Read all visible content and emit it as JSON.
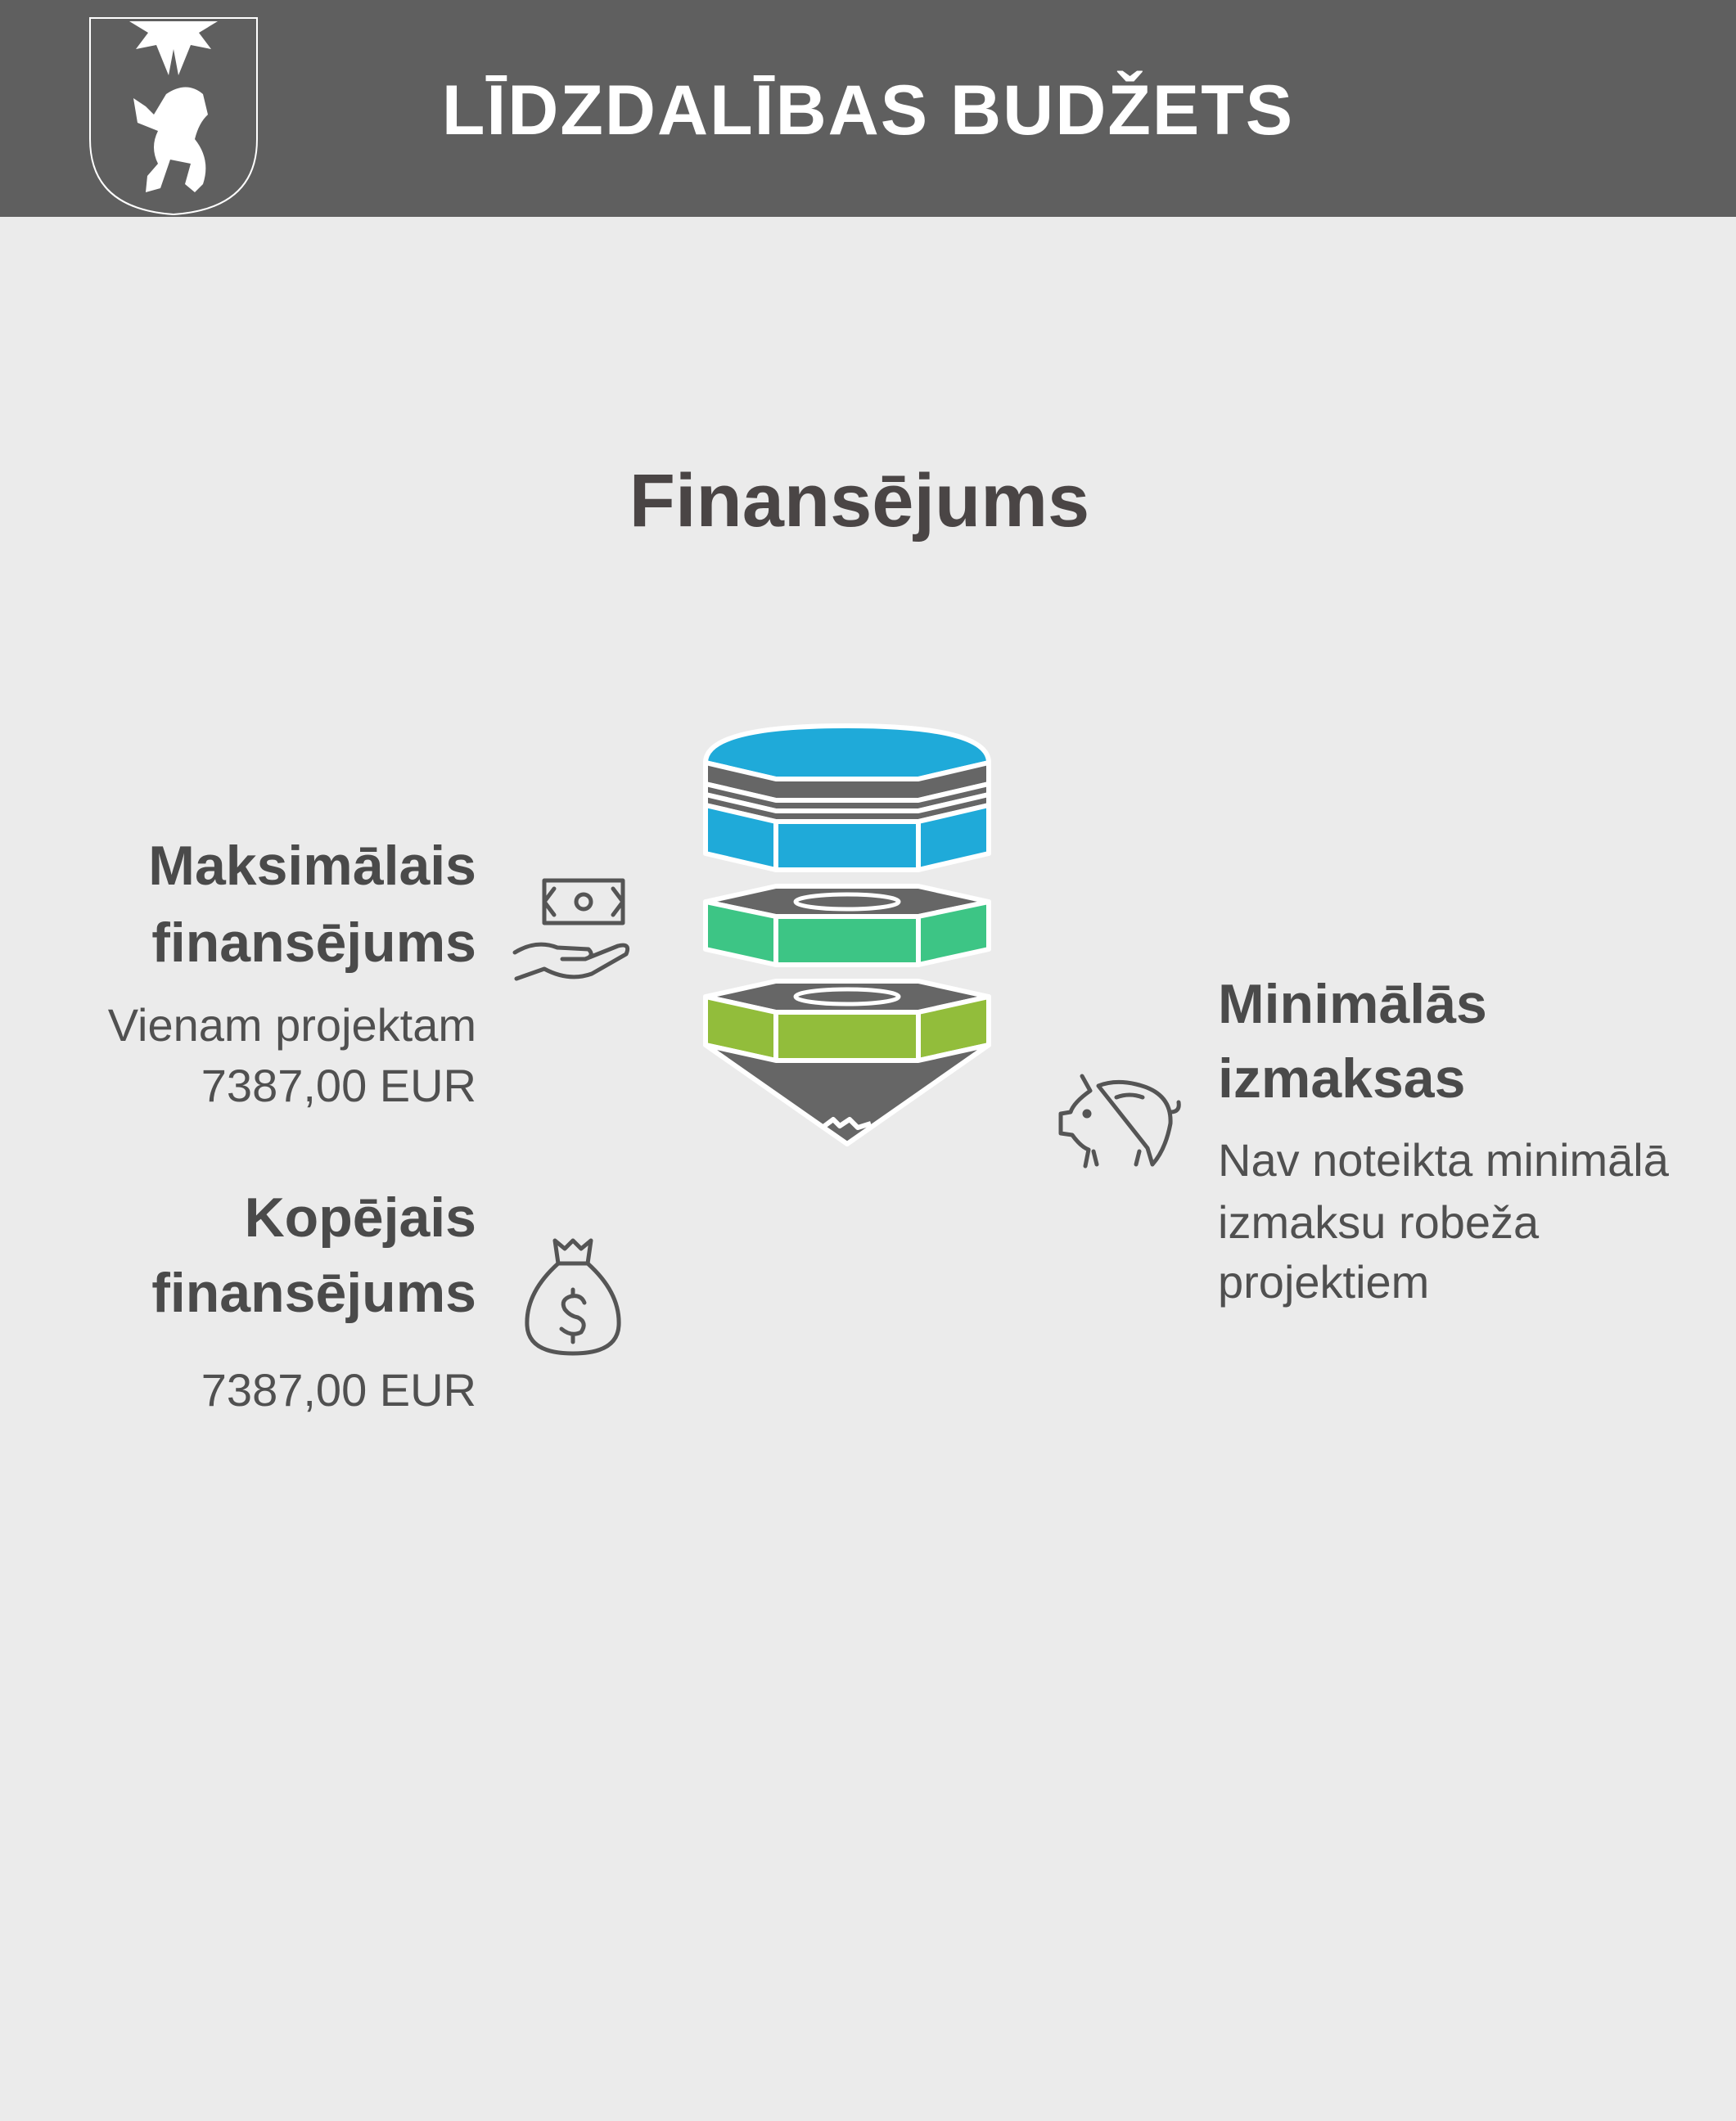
{
  "header": {
    "title": "LĪDZDALĪBAS BUDŽETS",
    "logo": "coat-of-arms-bear"
  },
  "page_title": "Finansējums",
  "items": [
    {
      "heading_lines": [
        "Maksimālais",
        "finansējums"
      ],
      "body_lines": [
        "Vienam projektam",
        "7387,00 EUR"
      ],
      "icon": "money-hand-icon"
    },
    {
      "heading_lines": [
        "Kopējais",
        "finansējums"
      ],
      "body_lines": [
        "7387,00 EUR"
      ],
      "icon": "money-bag-icon"
    },
    {
      "heading_lines": [
        "Minimālās",
        "izmaksas"
      ],
      "body_lines": [
        "Nav noteikta minimālā",
        "izmaksu robeža",
        "projektiem"
      ],
      "icon": "piggy-bank-icon"
    }
  ],
  "colors": {
    "header": "#5f5f5f",
    "blue": "#1faad9",
    "green": "#3dc585",
    "lime": "#92bd3b",
    "gray": "#666666",
    "background": "#ebebeb"
  }
}
